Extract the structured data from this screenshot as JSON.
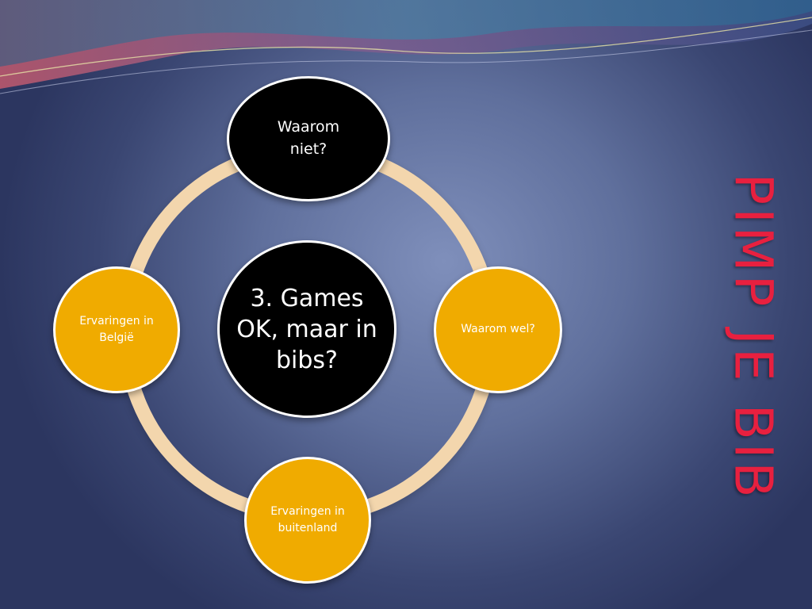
{
  "diagram": {
    "center": {
      "label": "3. Games OK, maar in bibs?"
    },
    "nodes": [
      {
        "id": "top",
        "label": "Waarom niet?"
      },
      {
        "id": "right",
        "label": "Waarom wel?"
      },
      {
        "id": "bottom",
        "label": "Ervaringen in buitenland"
      },
      {
        "id": "left",
        "label": "Ervaringen in België"
      }
    ],
    "colors": {
      "ring": "#f3d6ad",
      "dark_node": "#000000",
      "gold_node": "#f0ab00",
      "title": "#e8203f"
    }
  },
  "side_title": "PIMP JE BIB"
}
